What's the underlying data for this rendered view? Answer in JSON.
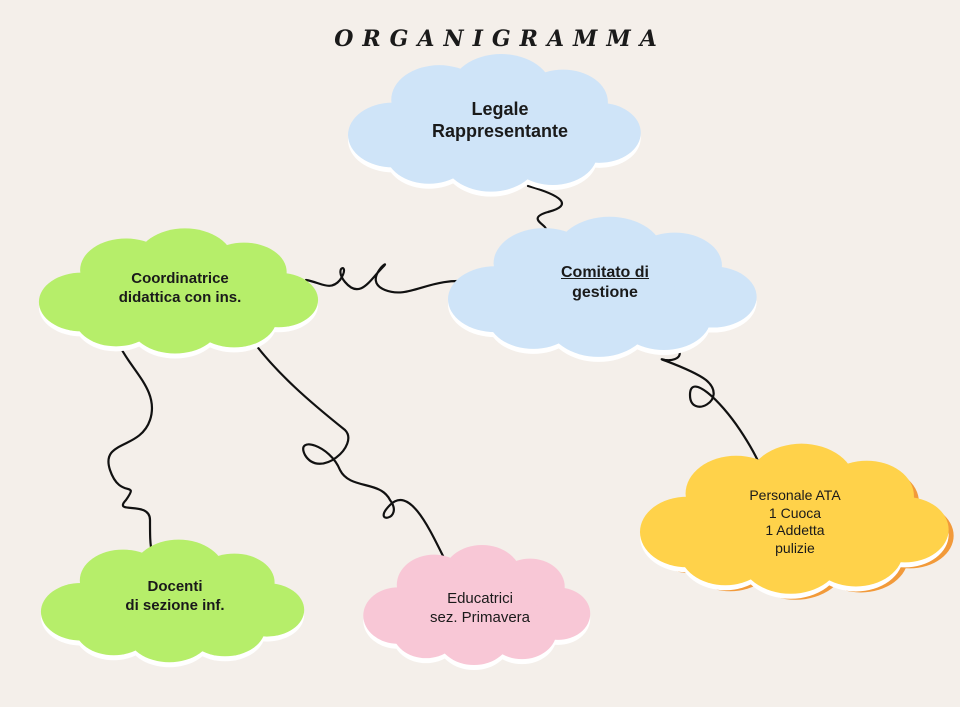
{
  "title": "ORGANIGRAMMA",
  "nodes": {
    "legale": {
      "line1": "Legale",
      "line2": "Rappresentante",
      "color": "#cfe4f8"
    },
    "comitato": {
      "line1": "Comitato di",
      "line2": "gestione",
      "color": "#cfe4f8"
    },
    "coordinatrice": {
      "line1": "Coordinatrice",
      "line2": "didattica con ins.",
      "color": "#b6ee6a"
    },
    "docenti": {
      "line1": "Docenti",
      "line2": "di sezione inf.",
      "color": "#b6ee6a"
    },
    "educatrici": {
      "line1": "Educatrici",
      "line2": "sez. Primavera",
      "color": "#f8c7d6"
    },
    "ata": {
      "line1": "Personale ATA",
      "line2": "1 Cuoca",
      "line3": "1 Addetta",
      "line4": "pulizie",
      "color": "#ffd24a",
      "shadow": "#f29a3a"
    }
  }
}
